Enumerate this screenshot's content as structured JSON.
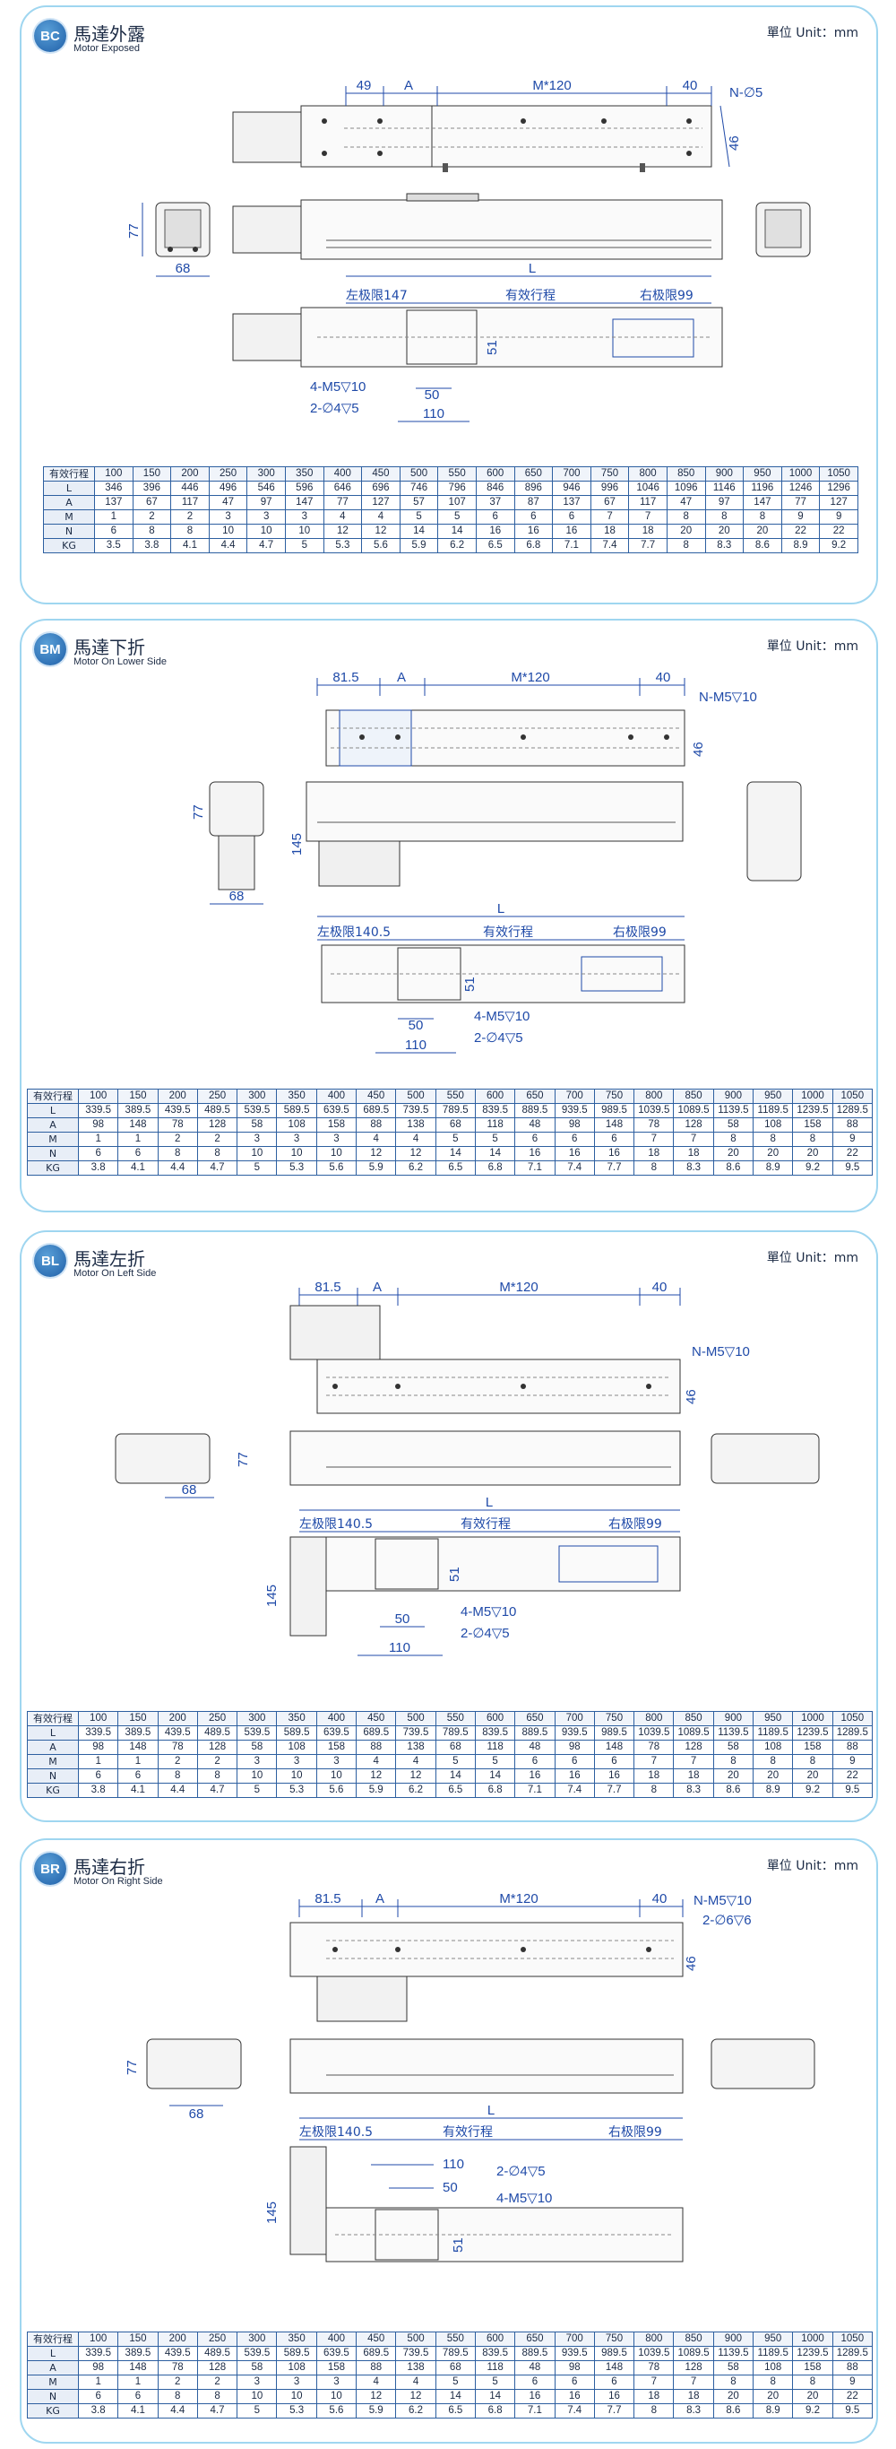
{
  "unit_label": "單位 Unit：mm",
  "sections": [
    {
      "badge": "BC",
      "title_cn": "馬達外露",
      "title_en": "Motor Exposed",
      "dims": {
        "a1": "49",
        "a2": "A",
        "a3": "M*120",
        "a4": "40",
        "hole": "N-∅5",
        "h46": "46",
        "side77": "77",
        "side68": "68",
        "L": "L",
        "left_limit": "左极限147",
        "stroke_label": "有效行程",
        "right_limit": "右极限99",
        "d51": "51",
        "m5": "4-M5▽10",
        "d4": "2-∅4▽5",
        "d50": "50",
        "d110": "110"
      },
      "table": {
        "headers": [
          "有效行程",
          "100",
          "150",
          "200",
          "250",
          "300",
          "350",
          "400",
          "450",
          "500",
          "550",
          "600",
          "650",
          "700",
          "750",
          "800",
          "850",
          "900",
          "950",
          "1000",
          "1050"
        ],
        "rows": [
          [
            "L",
            "346",
            "396",
            "446",
            "496",
            "546",
            "596",
            "646",
            "696",
            "746",
            "796",
            "846",
            "896",
            "946",
            "996",
            "1046",
            "1096",
            "1146",
            "1196",
            "1246",
            "1296"
          ],
          [
            "A",
            "137",
            "67",
            "117",
            "47",
            "97",
            "147",
            "77",
            "127",
            "57",
            "107",
            "37",
            "87",
            "137",
            "67",
            "117",
            "47",
            "97",
            "147",
            "77",
            "127"
          ],
          [
            "M",
            "1",
            "2",
            "2",
            "3",
            "3",
            "3",
            "4",
            "4",
            "5",
            "5",
            "6",
            "6",
            "6",
            "7",
            "7",
            "8",
            "8",
            "8",
            "9",
            "9"
          ],
          [
            "N",
            "6",
            "8",
            "8",
            "10",
            "10",
            "10",
            "12",
            "12",
            "14",
            "14",
            "16",
            "16",
            "16",
            "18",
            "18",
            "20",
            "20",
            "20",
            "22",
            "22"
          ],
          [
            "KG",
            "3.5",
            "3.8",
            "4.1",
            "4.4",
            "4.7",
            "5",
            "5.3",
            "5.6",
            "5.9",
            "6.2",
            "6.5",
            "6.8",
            "7.1",
            "7.4",
            "7.7",
            "8",
            "8.3",
            "8.6",
            "8.9",
            "9.2"
          ]
        ]
      }
    },
    {
      "badge": "BM",
      "title_cn": "馬達下折",
      "title_en": "Motor On Lower Side",
      "dims": {
        "a1": "81.5",
        "a2": "A",
        "a3": "M*120",
        "a4": "40",
        "hole": "N-M5▽10",
        "h46": "46",
        "side77": "77",
        "side68": "68",
        "side145": "145",
        "L": "L",
        "left_limit": "左极限140.5",
        "stroke_label": "有效行程",
        "right_limit": "右极限99",
        "d51": "51",
        "m5": "4-M5▽10",
        "d4": "2-∅4▽5",
        "d50": "50",
        "d110": "110"
      },
      "table": {
        "headers": [
          "有效行程",
          "100",
          "150",
          "200",
          "250",
          "300",
          "350",
          "400",
          "450",
          "500",
          "550",
          "600",
          "650",
          "700",
          "750",
          "800",
          "850",
          "900",
          "950",
          "1000",
          "1050"
        ],
        "rows": [
          [
            "L",
            "339.5",
            "389.5",
            "439.5",
            "489.5",
            "539.5",
            "589.5",
            "639.5",
            "689.5",
            "739.5",
            "789.5",
            "839.5",
            "889.5",
            "939.5",
            "989.5",
            "1039.5",
            "1089.5",
            "1139.5",
            "1189.5",
            "1239.5",
            "1289.5"
          ],
          [
            "A",
            "98",
            "148",
            "78",
            "128",
            "58",
            "108",
            "158",
            "88",
            "138",
            "68",
            "118",
            "48",
            "98",
            "148",
            "78",
            "128",
            "58",
            "108",
            "158",
            "88"
          ],
          [
            "M",
            "1",
            "1",
            "2",
            "2",
            "3",
            "3",
            "3",
            "4",
            "4",
            "5",
            "5",
            "6",
            "6",
            "6",
            "7",
            "7",
            "8",
            "8",
            "8",
            "9"
          ],
          [
            "N",
            "6",
            "6",
            "8",
            "8",
            "10",
            "10",
            "10",
            "12",
            "12",
            "14",
            "14",
            "16",
            "16",
            "16",
            "18",
            "18",
            "20",
            "20",
            "20",
            "22"
          ],
          [
            "KG",
            "3.8",
            "4.1",
            "4.4",
            "4.7",
            "5",
            "5.3",
            "5.6",
            "5.9",
            "6.2",
            "6.5",
            "6.8",
            "7.1",
            "7.4",
            "7.7",
            "8",
            "8.3",
            "8.6",
            "8.9",
            "9.2",
            "9.5"
          ]
        ]
      }
    },
    {
      "badge": "BL",
      "title_cn": "馬達左折",
      "title_en": "Motor On Left Side",
      "dims": {
        "a1": "81.5",
        "a2": "A",
        "a3": "M*120",
        "a4": "40",
        "hole": "N-M5▽10",
        "h46": "46",
        "side77": "77",
        "side68": "68",
        "side145": "145",
        "L": "L",
        "left_limit": "左极限140.5",
        "stroke_label": "有效行程",
        "right_limit": "右极限99",
        "d51": "51",
        "m5": "4-M5▽10",
        "d4": "2-∅4▽5",
        "d50": "50",
        "d110": "110"
      },
      "table": {
        "headers": [
          "有效行程",
          "100",
          "150",
          "200",
          "250",
          "300",
          "350",
          "400",
          "450",
          "500",
          "550",
          "600",
          "650",
          "700",
          "750",
          "800",
          "850",
          "900",
          "950",
          "1000",
          "1050"
        ],
        "rows": [
          [
            "L",
            "339.5",
            "389.5",
            "439.5",
            "489.5",
            "539.5",
            "589.5",
            "639.5",
            "689.5",
            "739.5",
            "789.5",
            "839.5",
            "889.5",
            "939.5",
            "989.5",
            "1039.5",
            "1089.5",
            "1139.5",
            "1189.5",
            "1239.5",
            "1289.5"
          ],
          [
            "A",
            "98",
            "148",
            "78",
            "128",
            "58",
            "108",
            "158",
            "88",
            "138",
            "68",
            "118",
            "48",
            "98",
            "148",
            "78",
            "128",
            "58",
            "108",
            "158",
            "88"
          ],
          [
            "M",
            "1",
            "1",
            "2",
            "2",
            "3",
            "3",
            "3",
            "4",
            "4",
            "5",
            "5",
            "6",
            "6",
            "6",
            "7",
            "7",
            "8",
            "8",
            "8",
            "9"
          ],
          [
            "N",
            "6",
            "6",
            "8",
            "8",
            "10",
            "10",
            "10",
            "12",
            "12",
            "14",
            "14",
            "16",
            "16",
            "16",
            "18",
            "18",
            "20",
            "20",
            "20",
            "22"
          ],
          [
            "KG",
            "3.8",
            "4.1",
            "4.4",
            "4.7",
            "5",
            "5.3",
            "5.6",
            "5.9",
            "6.2",
            "6.5",
            "6.8",
            "7.1",
            "7.4",
            "7.7",
            "8",
            "8.3",
            "8.6",
            "8.9",
            "9.2",
            "9.5"
          ]
        ]
      }
    },
    {
      "badge": "BR",
      "title_cn": "馬達右折",
      "title_en": "Motor On Right Side",
      "dims": {
        "a1": "81.5",
        "a2": "A",
        "a3": "M*120",
        "a4": "40",
        "hole": "N-M5▽10",
        "hole2": "2-∅6▽6",
        "h46": "46",
        "side77": "77",
        "side68": "68",
        "side145": "145",
        "L": "L",
        "left_limit": "左极限140.5",
        "stroke_label": "有效行程",
        "right_limit": "右极限99",
        "d51": "51",
        "m5": "4-M5▽10",
        "d4": "2-∅4▽5",
        "d50": "50",
        "d110": "110"
      },
      "table": {
        "headers": [
          "有效行程",
          "100",
          "150",
          "200",
          "250",
          "300",
          "350",
          "400",
          "450",
          "500",
          "550",
          "600",
          "650",
          "700",
          "750",
          "800",
          "850",
          "900",
          "950",
          "1000",
          "1050"
        ],
        "rows": [
          [
            "L",
            "339.5",
            "389.5",
            "439.5",
            "489.5",
            "539.5",
            "589.5",
            "639.5",
            "689.5",
            "739.5",
            "789.5",
            "839.5",
            "889.5",
            "939.5",
            "989.5",
            "1039.5",
            "1089.5",
            "1139.5",
            "1189.5",
            "1239.5",
            "1289.5"
          ],
          [
            "A",
            "98",
            "148",
            "78",
            "128",
            "58",
            "108",
            "158",
            "88",
            "138",
            "68",
            "118",
            "48",
            "98",
            "148",
            "78",
            "128",
            "58",
            "108",
            "158",
            "88"
          ],
          [
            "M",
            "1",
            "1",
            "2",
            "2",
            "3",
            "3",
            "3",
            "4",
            "4",
            "5",
            "5",
            "6",
            "6",
            "6",
            "7",
            "7",
            "8",
            "8",
            "8",
            "9"
          ],
          [
            "N",
            "6",
            "6",
            "8",
            "8",
            "10",
            "10",
            "10",
            "12",
            "12",
            "14",
            "14",
            "16",
            "16",
            "16",
            "18",
            "18",
            "20",
            "20",
            "20",
            "22"
          ],
          [
            "KG",
            "3.8",
            "4.1",
            "4.4",
            "4.7",
            "5",
            "5.3",
            "5.6",
            "5.9",
            "6.2",
            "6.5",
            "6.8",
            "7.1",
            "7.4",
            "7.7",
            "8",
            "8.3",
            "8.6",
            "8.9",
            "9.2",
            "9.5"
          ]
        ]
      }
    }
  ]
}
